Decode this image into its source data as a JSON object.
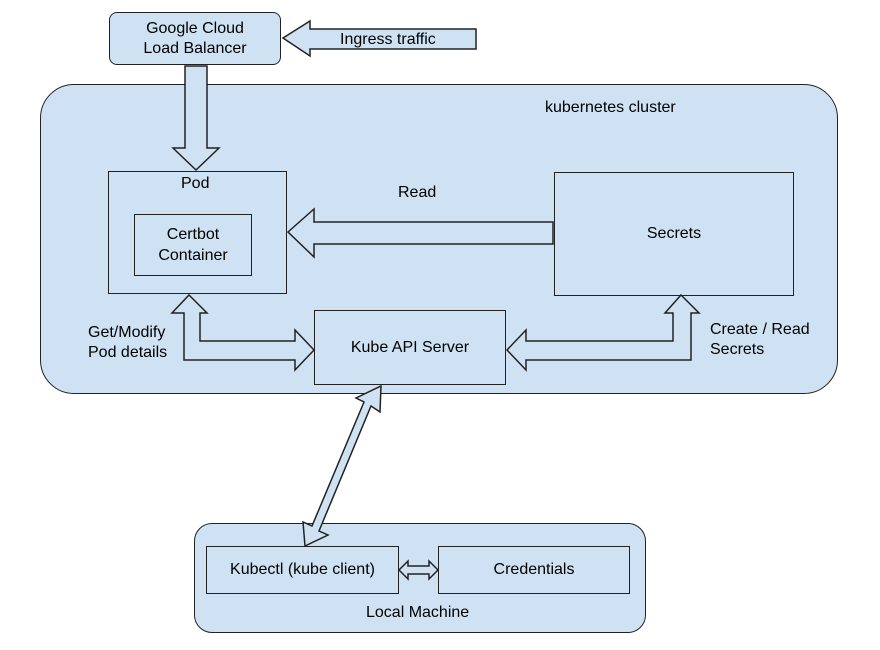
{
  "load_balancer": {
    "label": "Google Cloud\nLoad Balancer"
  },
  "ingress": {
    "label": "Ingress traffic"
  },
  "cluster": {
    "label": "kubernetes cluster"
  },
  "pod": {
    "label": "Pod"
  },
  "certbot": {
    "label": "Certbot\nContainer"
  },
  "secrets": {
    "label": "Secrets"
  },
  "read_arrow": {
    "label": "Read"
  },
  "api_server": {
    "label": "Kube API Server"
  },
  "pod_details": {
    "label": "Get/Modify\nPod details"
  },
  "create_read_secrets": {
    "label": "Create / Read\nSecrets"
  },
  "local_machine": {
    "label": "Local Machine"
  },
  "kubectl": {
    "label": "Kubectl (kube client)"
  },
  "credentials": {
    "label": "Credentials"
  },
  "colors": {
    "fill": "#cfe2f3",
    "stroke": "#222222"
  }
}
